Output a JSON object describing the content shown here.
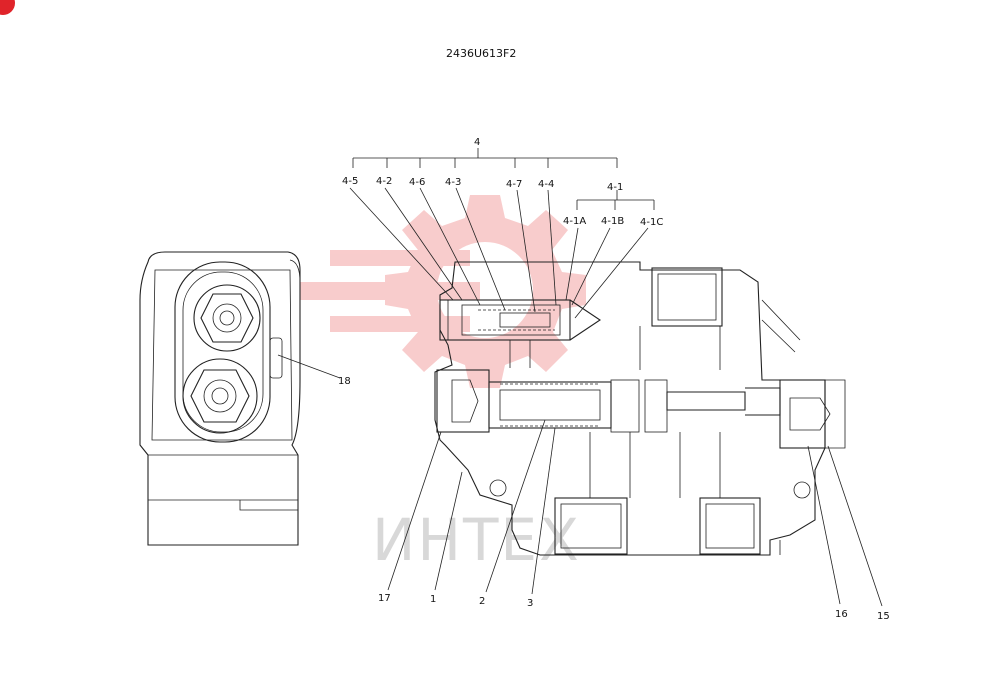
{
  "title": "2436U613F2",
  "watermark": {
    "text": "ИНТЕХ",
    "color": "#f7c6c6"
  },
  "callouts": {
    "c4": "4",
    "c4_5": "4-5",
    "c4_2": "4-2",
    "c4_6": "4-6",
    "c4_3": "4-3",
    "c4_7": "4-7",
    "c4_4": "4-4",
    "c4_1": "4-1",
    "c4_1a": "4-1A",
    "c4_1b": "4-1B",
    "c4_1c": "4-1C",
    "c18": "18",
    "c17": "17",
    "c1": "1",
    "c2": "2",
    "c3": "3",
    "c16": "16",
    "c15": "15"
  }
}
